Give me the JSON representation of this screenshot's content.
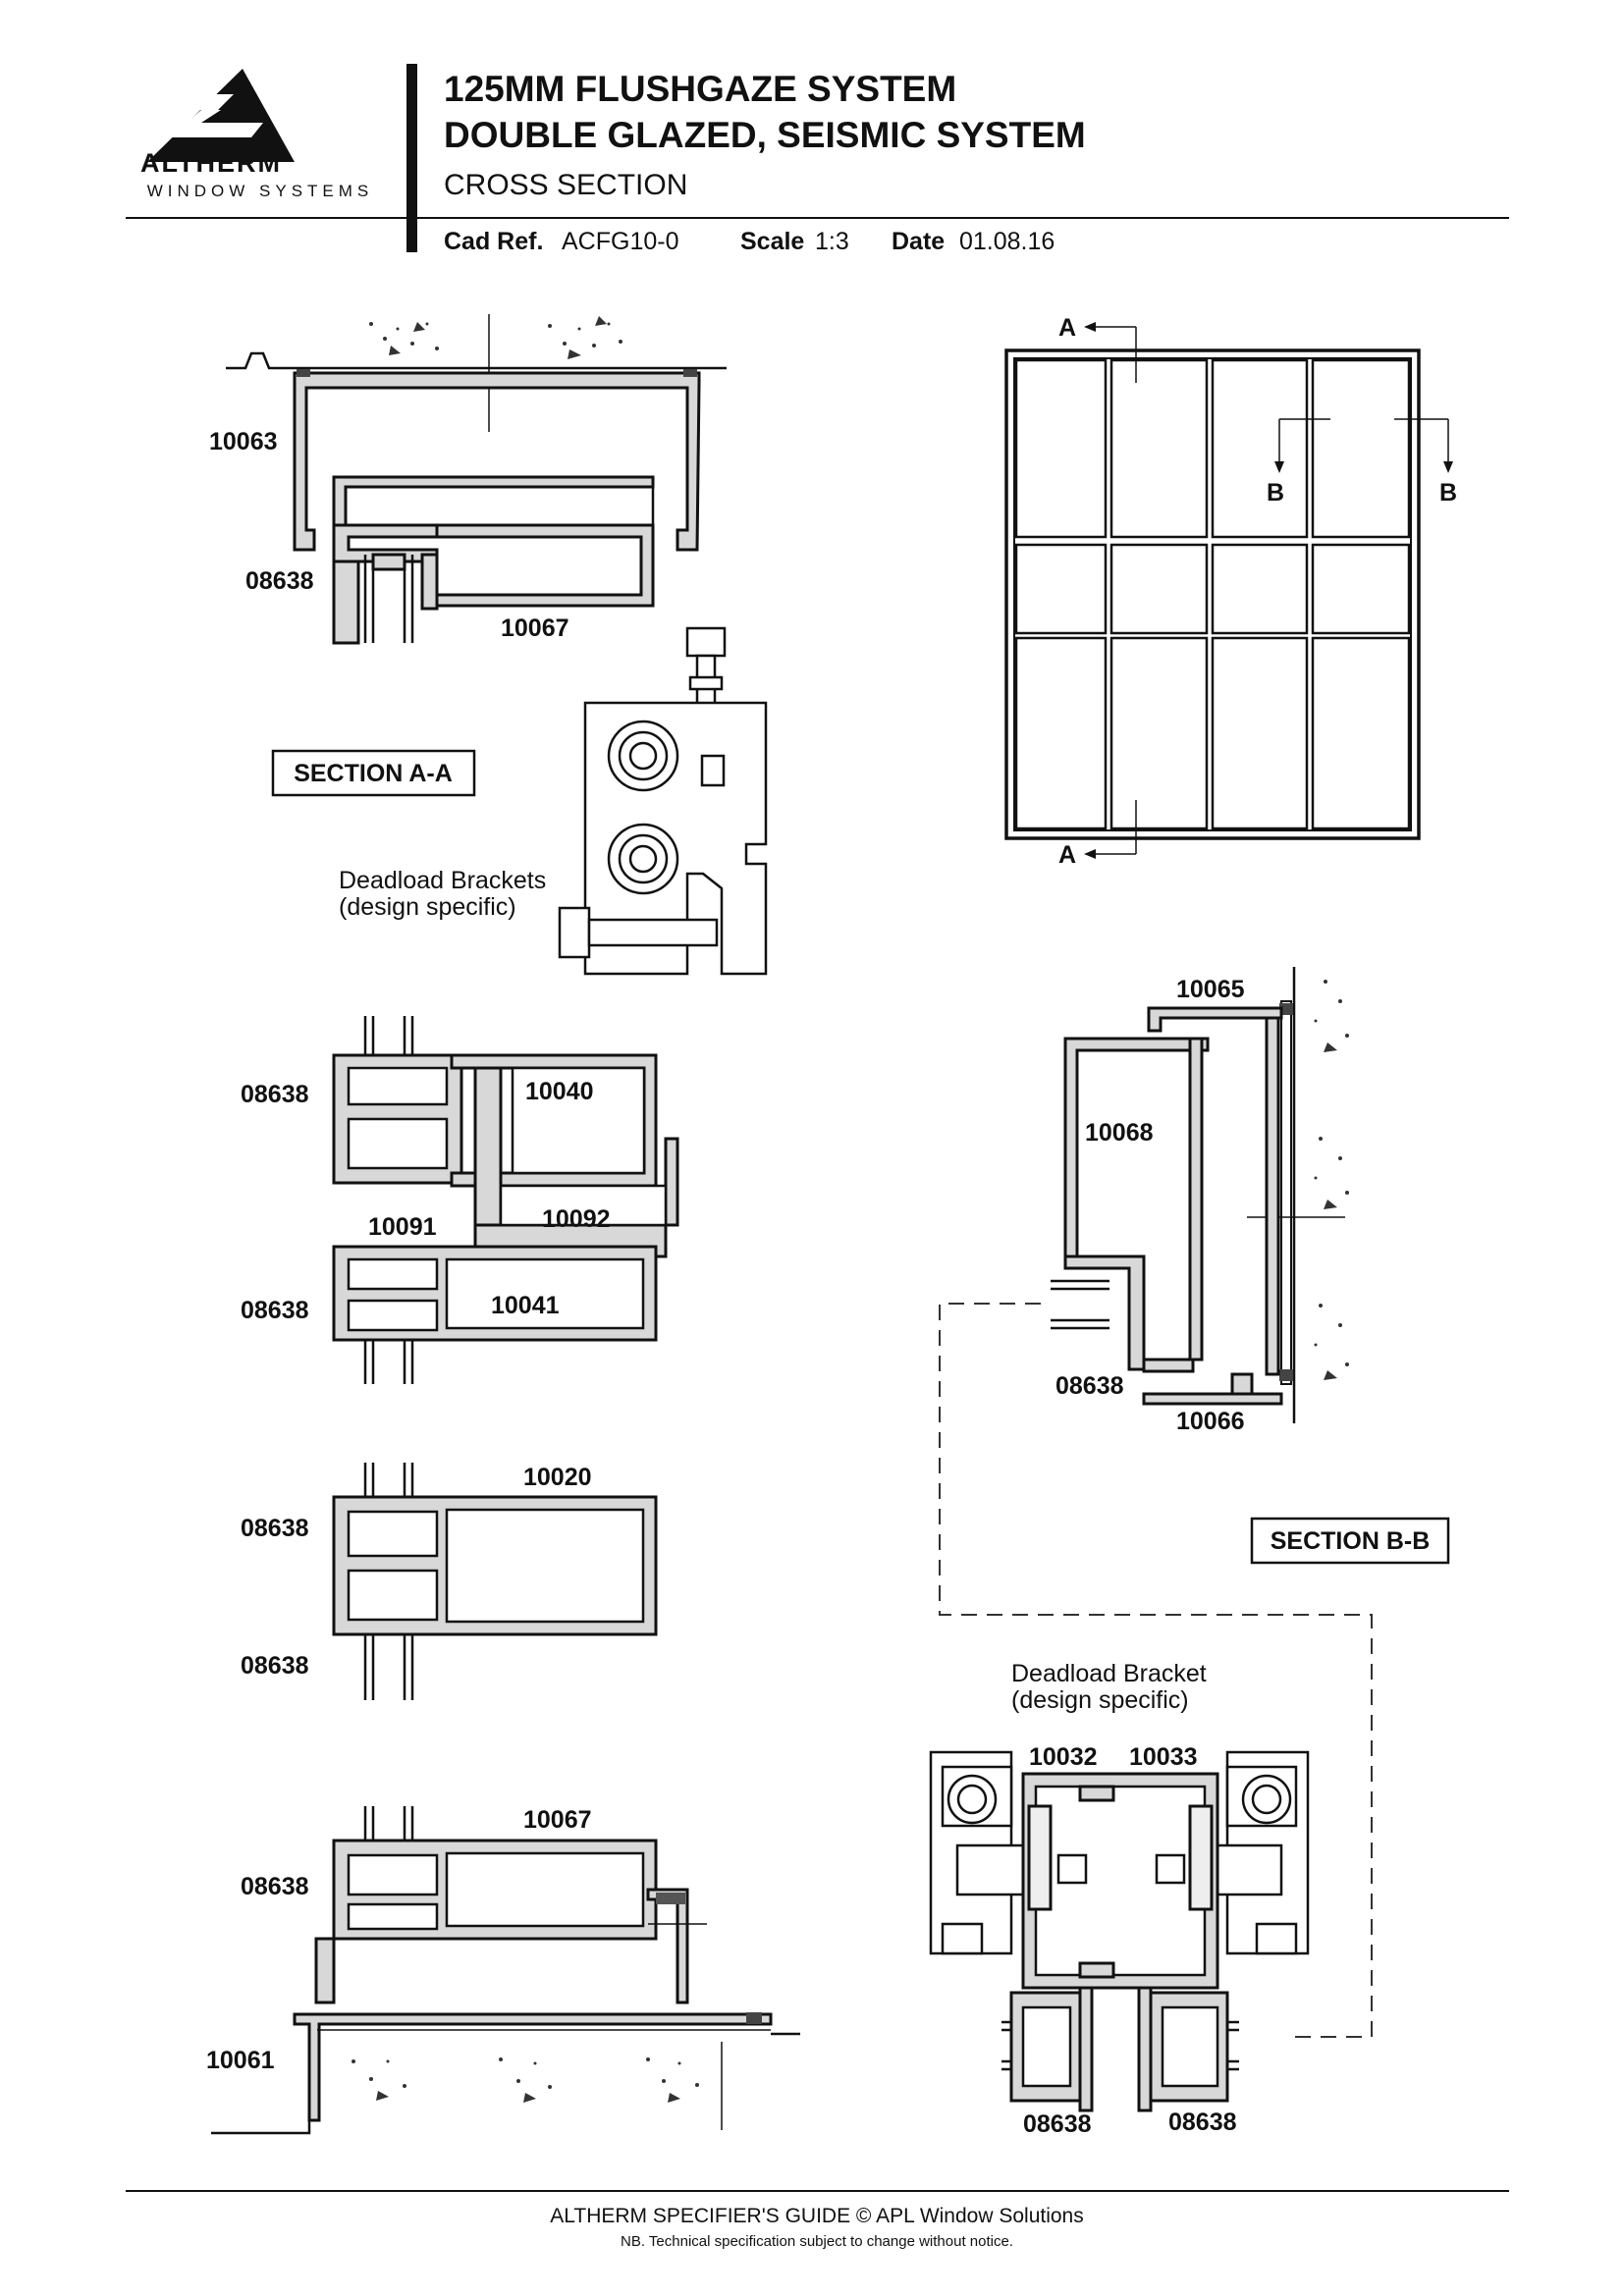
{
  "header": {
    "logo_word": "ALTHERM",
    "logo_sub": "WINDOW SYSTEMS",
    "title_line1": "125MM  FLUSHGAZE SYSTEM",
    "title_line2": "DOUBLE GLAZED, SEISMIC SYSTEM",
    "subtitle": "CROSS SECTION",
    "cad_ref_label": "Cad Ref.",
    "cad_ref_value": "ACFG10-0",
    "scale_label": "Scale",
    "scale_value": "1:3",
    "date_label": "Date",
    "date_value": "01.08.16"
  },
  "elevation": {
    "marker_a": "A",
    "marker_b": "B"
  },
  "section_aa": {
    "title": "SECTION A-A",
    "head": {
      "part_top": "10063",
      "part_frame": "08638",
      "part_bottom": "10067"
    },
    "bracket_note_1": "Deadload Brackets",
    "bracket_note_2": "(design specific)",
    "transom": {
      "part_frame_top": "08638",
      "part_box_top": "10040",
      "part_joint": "10091",
      "part_box_mid": "10092",
      "part_frame_bottom": "08638",
      "part_box_bottom": "10041"
    },
    "mid_transom": {
      "part_box": "10020",
      "part_frame_top": "08638",
      "part_frame_bottom": "08638"
    },
    "sill": {
      "part_frame": "08638",
      "part_box": "10067",
      "part_sill": "10061"
    }
  },
  "section_bb": {
    "title": "SECTION B-B",
    "jamb": {
      "part_top": "10065",
      "part_box": "10068",
      "part_frame": "08638",
      "part_bottom": "10066"
    },
    "bracket_note_1": "Deadload Bracket",
    "bracket_note_2": "(design specific)",
    "mullion": {
      "part_left": "10032",
      "part_right": "10033",
      "part_frame_left": "08638",
      "part_frame_right": "08638"
    }
  },
  "footer": {
    "line1": "ALTHERM SPECIFIER'S GUIDE  © APL Window Solutions",
    "line2": "NB. Technical specification subject to change without notice."
  }
}
